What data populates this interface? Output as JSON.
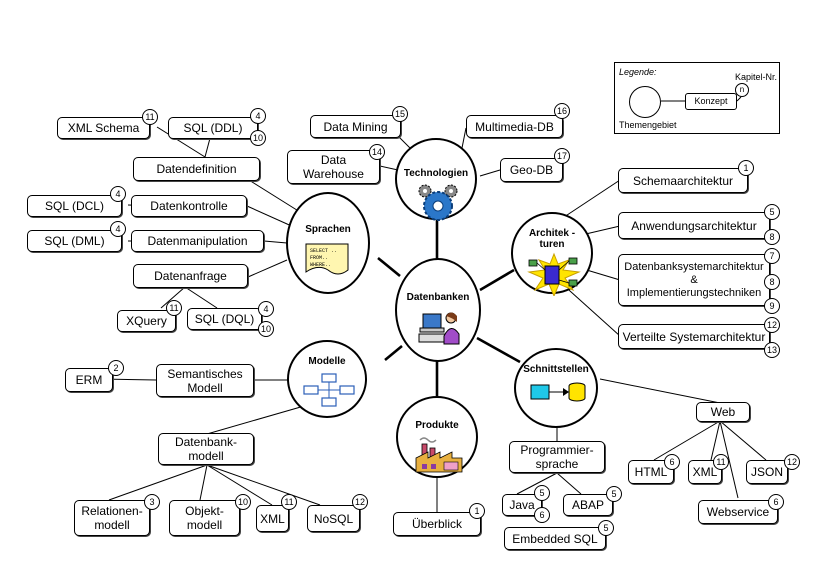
{
  "legend": {
    "title": "Legende:",
    "chapter": "Kapitel-Nr.",
    "concept": "Konzept",
    "n": "n",
    "topic_area": "Themengebiet"
  },
  "topics": {
    "center": "Datenbanken",
    "technologien": "Technologien",
    "sprachen": "Sprachen",
    "architekturen_1": "Architek -",
    "architekturen_2": "turen",
    "modelle": "Modelle",
    "schnittstellen": "Schnittstellen",
    "produkte": "Produkte"
  },
  "sql_paper": [
    "SELECT ..",
    "FROM..",
    "WHERE.."
  ],
  "concepts": {
    "data_mining": {
      "label": "Data Mining",
      "chapter": "15"
    },
    "multimedia_db": {
      "label": "Multimedia-DB",
      "chapter": "16"
    },
    "data_warehouse": {
      "label": "Data\nWarehouse",
      "chapter": "14"
    },
    "geo_db": {
      "label": "Geo-DB",
      "chapter": "17"
    },
    "xml_schema": {
      "label": "XML Schema",
      "chapter": "11"
    },
    "sql_ddl": {
      "label": "SQL (DDL)",
      "chapter_a": "4",
      "chapter_b": "10"
    },
    "datendefinition": {
      "label": "Datendefinition"
    },
    "sql_dcl": {
      "label": "SQL (DCL)",
      "chapter": "4"
    },
    "datenkontrolle": {
      "label": "Datenkontrolle"
    },
    "sql_dml": {
      "label": "SQL (DML)",
      "chapter": "4"
    },
    "datenmanipulation": {
      "label": "Datenmanipulation"
    },
    "datenanfrage": {
      "label": "Datenanfrage"
    },
    "xquery": {
      "label": "XQuery",
      "chapter": "11"
    },
    "sql_dql": {
      "label": "SQL (DQL)",
      "chapter_a": "4",
      "chapter_b": "10"
    },
    "schemaarchitektur": {
      "label": "Schemaarchitektur",
      "chapter": "1"
    },
    "anwendungsarchitektur": {
      "label": "Anwendungsarchitektur",
      "chapter_a": "5",
      "chapter_b": "8"
    },
    "dbs_architektur": {
      "label": "Datenbanksystemarchitektur\n&\nImplementierungstechniken",
      "chapter_a": "7",
      "chapter_b": "8",
      "chapter_c": "9"
    },
    "verteilte": {
      "label": "Verteilte Systemarchitektur",
      "chapter_a": "12",
      "chapter_b": "13"
    },
    "erm": {
      "label": "ERM",
      "chapter": "2"
    },
    "semantisches": {
      "label": "Semantisches\nModell"
    },
    "datenbankmodell": {
      "label": "Datenbank-\nmodell"
    },
    "relationenmodell": {
      "label": "Relationen-\nmodell",
      "chapter": "3"
    },
    "objektmodell": {
      "label": "Objekt-\nmodell",
      "chapter": "10"
    },
    "xml_m": {
      "label": "XML",
      "chapter": "11"
    },
    "nosql": {
      "label": "NoSQL",
      "chapter": "12"
    },
    "ueberblick": {
      "label": "Überblick",
      "chapter": "1"
    },
    "programmiersprache": {
      "label": "Programmier-\nsprache"
    },
    "java": {
      "label": "Java",
      "chapter_a": "5",
      "chapter_b": "6"
    },
    "abap": {
      "label": "ABAP",
      "chapter": "5"
    },
    "embedded_sql": {
      "label": "Embedded SQL",
      "chapter": "5"
    },
    "web": {
      "label": "Web"
    },
    "html": {
      "label": "HTML",
      "chapter": "6"
    },
    "xml_w": {
      "label": "XML",
      "chapter": "11"
    },
    "json": {
      "label": "JSON",
      "chapter": "12"
    },
    "webservice": {
      "label": "Webservice",
      "chapter": "6"
    }
  }
}
